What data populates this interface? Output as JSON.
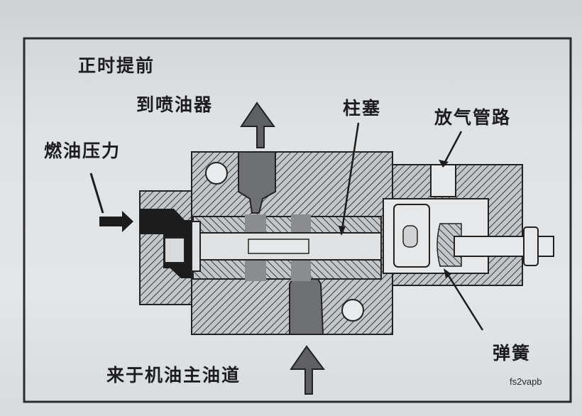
{
  "diagram": {
    "title": "正时提前",
    "labels": {
      "to_injector": "到喷油器",
      "fuel_pressure": "燃油压力",
      "plunger": "柱塞",
      "vent_line": "放气管路",
      "spring": "弹簧",
      "from_main_oil_gallery": "来于机油主油道"
    },
    "figure_code": "fs2vapb",
    "colors": {
      "background": "#e0e3e5",
      "ink": "#1d1d1f",
      "hatch_fill": "#b9bcbf",
      "dark_fill": "#1c1c1c",
      "fluid_fill": "#6e7073"
    }
  }
}
